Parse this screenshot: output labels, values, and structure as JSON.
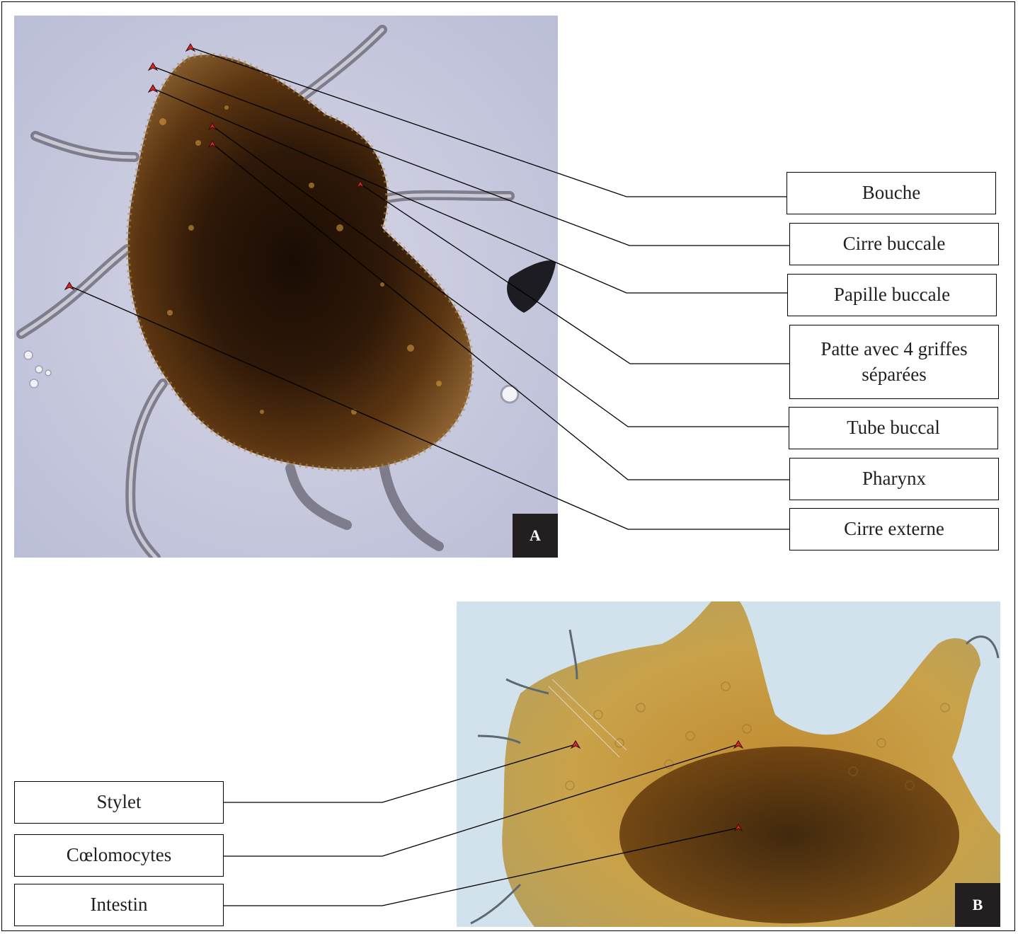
{
  "figure": {
    "panel_a_tag": "A",
    "panel_b_tag": "B",
    "labels_a": [
      {
        "text": "Bouche"
      },
      {
        "text": "Cirre buccale"
      },
      {
        "text": "Papille buccale"
      },
      {
        "text": "Patte avec 4 griffes séparées"
      },
      {
        "text": "Tube buccal"
      },
      {
        "text": "Pharynx"
      },
      {
        "text": "Cirre externe"
      }
    ],
    "labels_b": [
      {
        "text": "Stylet"
      },
      {
        "text": "Cœlomocytes"
      },
      {
        "text": "Intestin"
      }
    ]
  },
  "colors": {
    "arrowhead": "#d8262b",
    "leader_line": "#000000",
    "tag_bg": "#231f20"
  }
}
